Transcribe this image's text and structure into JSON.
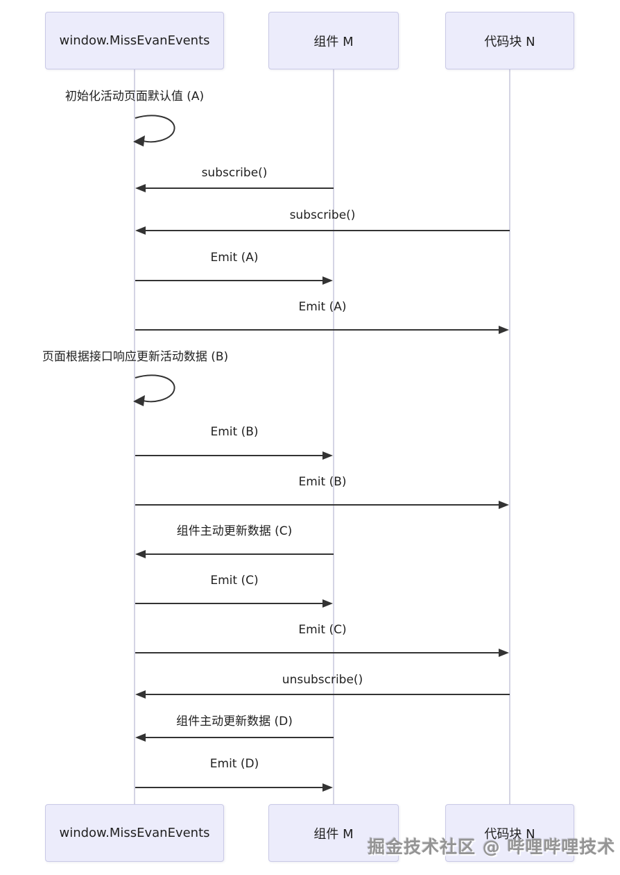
{
  "diagram": {
    "type": "sequence-diagram",
    "actors": [
      {
        "id": "window",
        "label": "window.MissEvanEvents"
      },
      {
        "id": "component-m",
        "label": "组件 M"
      },
      {
        "id": "codeblock-n",
        "label": "代码块 N"
      }
    ],
    "messages": [
      {
        "index": 0,
        "label": "初始化活动页面默认值 (A)",
        "from": "window",
        "to": "window",
        "kind": "self"
      },
      {
        "index": 1,
        "label": "subscribe()",
        "from": "component-m",
        "to": "window",
        "kind": "solid-arrow"
      },
      {
        "index": 2,
        "label": "subscribe()",
        "from": "codeblock-n",
        "to": "window",
        "kind": "solid-arrow"
      },
      {
        "index": 3,
        "label": "Emit (A)",
        "from": "window",
        "to": "component-m",
        "kind": "solid-arrow"
      },
      {
        "index": 4,
        "label": "Emit (A)",
        "from": "window",
        "to": "codeblock-n",
        "kind": "solid-arrow"
      },
      {
        "index": 5,
        "label": "页面根据接口响应更新活动数据 (B)",
        "from": "window",
        "to": "window",
        "kind": "self"
      },
      {
        "index": 6,
        "label": "Emit (B)",
        "from": "window",
        "to": "component-m",
        "kind": "solid-arrow"
      },
      {
        "index": 7,
        "label": "Emit (B)",
        "from": "window",
        "to": "codeblock-n",
        "kind": "solid-arrow"
      },
      {
        "index": 8,
        "label": "组件主动更新数据 (C)",
        "from": "component-m",
        "to": "window",
        "kind": "solid-arrow"
      },
      {
        "index": 9,
        "label": "Emit (C)",
        "from": "window",
        "to": "component-m",
        "kind": "solid-arrow"
      },
      {
        "index": 10,
        "label": "Emit (C)",
        "from": "window",
        "to": "codeblock-n",
        "kind": "solid-arrow"
      },
      {
        "index": 11,
        "label": "unsubscribe()",
        "from": "codeblock-n",
        "to": "window",
        "kind": "solid-arrow"
      },
      {
        "index": 12,
        "label": "组件主动更新数据 (D)",
        "from": "component-m",
        "to": "window",
        "kind": "solid-arrow"
      },
      {
        "index": 13,
        "label": "Emit (D)",
        "from": "window",
        "to": "component-m",
        "kind": "solid-arrow"
      }
    ]
  },
  "watermark": {
    "text": "掘金技术社区 @ 哔哩哔哩技术"
  },
  "colors": {
    "actor_fill": "#ECECFB",
    "actor_border": "#c9c9e6",
    "lifeline": "#d4d4e4",
    "arrow": "#333333",
    "text": "#1f1f1f",
    "background": "#ffffff",
    "watermark": "#949494"
  }
}
